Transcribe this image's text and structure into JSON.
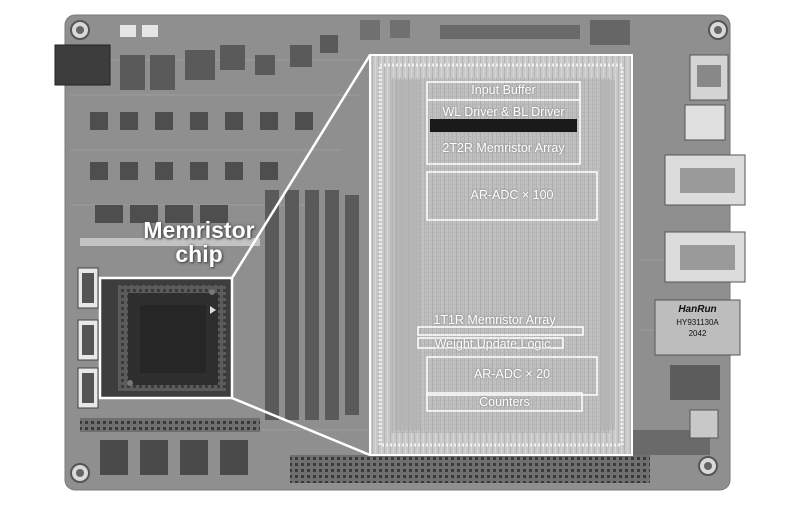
{
  "chip_label": {
    "line1": "Memristor",
    "line2": "chip"
  },
  "die_blocks": {
    "input_buffer": "Input Buffer",
    "wl_bl_driver": "WL Driver & BL Driver",
    "array_2t2r": "2T2R Memristor Array",
    "adc_100": "AR-ADC × 100",
    "array_1t1r": "1T1R Memristor Array",
    "weight_update": "Weight Update Logic",
    "adc_20": "AR-ADC × 20",
    "counters": "Counters"
  },
  "components": {
    "module_brand": "HanRun",
    "module_part": "HY931130A",
    "module_code": "2042"
  },
  "colors": {
    "board": "#8f8f8f",
    "die": "#c9c9c9",
    "outline": "#ffffff",
    "driver_bar": "#1a1a1a"
  }
}
